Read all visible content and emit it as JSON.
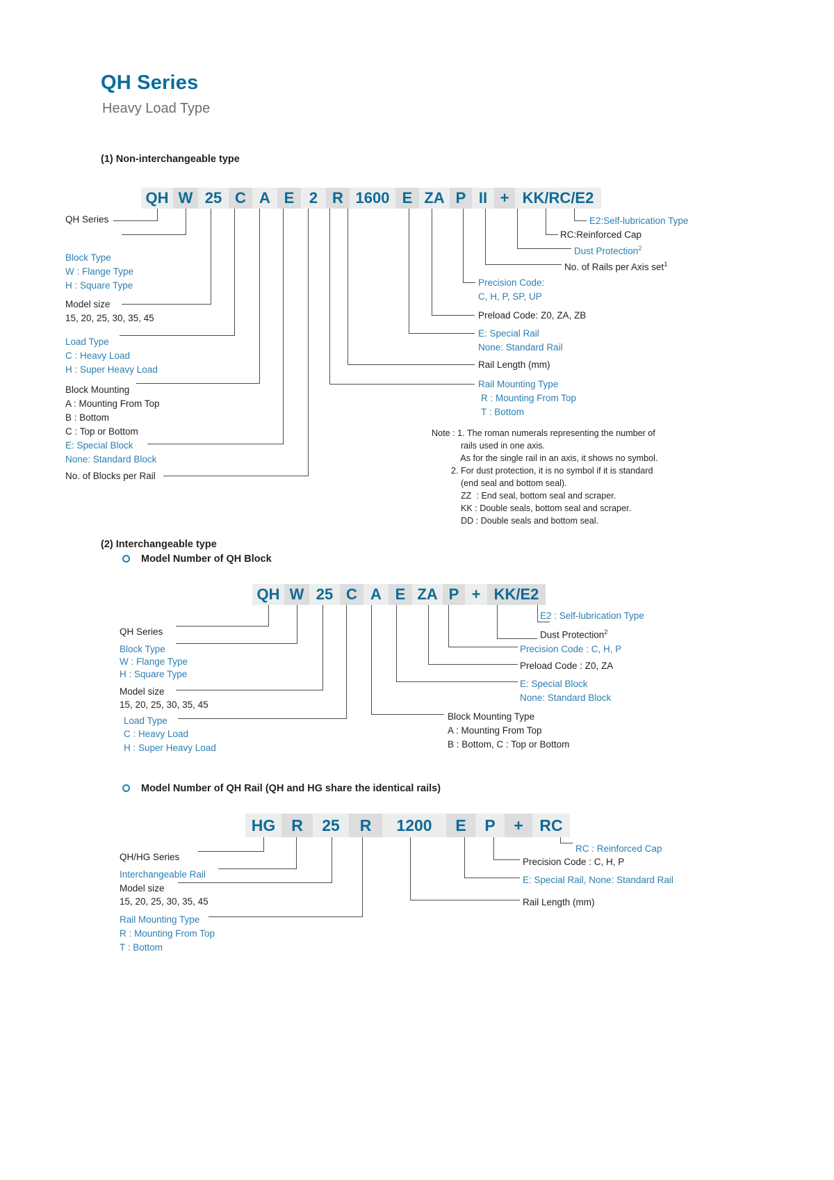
{
  "header": {
    "title": "QH Series",
    "subtitle": "Heavy Load Type",
    "title_color": "#0c6b9e",
    "subtitle_color": "#6d6e71"
  },
  "sections": {
    "s1": {
      "heading": "(1) Non-interchangeable type",
      "code_cells": [
        "QH",
        "W",
        "25",
        "C",
        "A",
        "E",
        "2",
        "R",
        "1600",
        "E",
        "ZA",
        "P",
        "II",
        "+",
        "KK/RC/E2"
      ],
      "labels": {
        "qh_series": "QH Series",
        "block_type": "Block Type",
        "block_type_w": "W : Flange Type",
        "block_type_h": "H : Square Type",
        "model_size": "Model size",
        "model_size_values": "15, 20, 25, 30, 35, 45",
        "load_type": "Load Type",
        "load_type_c": "C : Heavy Load",
        "load_type_h": "H : Super Heavy Load",
        "block_mounting": "Block Mounting",
        "block_mounting_a": "A : Mounting From Top",
        "block_mounting_b": "B : Bottom",
        "block_mounting_c": "C : Top or Bottom",
        "block_mounting_e": "E: Special Block",
        "block_mounting_none": "None: Standard Block",
        "no_of_blocks": "No. of Blocks per Rail",
        "e2_self_lub": "E2:Self-lubrication Type",
        "rc_reinforced": "RC:Reinforced Cap",
        "dust_protection": "Dust Protection",
        "dust_protection_sup": "2",
        "no_of_rails": "No. of Rails per Axis set",
        "no_of_rails_sup": "1",
        "precision_code": "Precision Code:",
        "precision_code_values": "C, H, P, SP, UP",
        "preload_code": "Preload Code: Z0, ZA, ZB",
        "special_rail": "E: Special Rail",
        "standard_rail": "None: Standard Rail",
        "rail_length": "Rail Length (mm)",
        "rail_mounting": "Rail Mounting Type",
        "rail_mounting_r": "R : Mounting From Top",
        "rail_mounting_t": "T : Bottom"
      },
      "note_lines": [
        "Note : 1. The roman numerals representing the number of",
        "            rails used in one axis.",
        "            As for the single rail in an axis, it shows no symbol.",
        "        2. For dust protection, it is no symbol if it is standard",
        "            (end seal and bottom seal).",
        "            ZZ  : End seal, bottom seal and scraper.",
        "            KK : Double seals, bottom seal and scraper.",
        "            DD : Double seals and bottom seal."
      ]
    },
    "s2": {
      "heading": "(2) Interchangeable type",
      "sub_heading": "Model Number of QH Block",
      "code_cells": [
        "QH",
        "W",
        "25",
        "C",
        "A",
        "E",
        "ZA",
        "P",
        "+",
        "KK/E2"
      ],
      "labels": {
        "qh_series": "QH Series",
        "block_type": "Block Type",
        "block_type_w": "W : Flange Type",
        "block_type_h": "H : Square Type",
        "model_size": "Model size",
        "model_size_values": "15, 20, 25, 30, 35, 45",
        "load_type": "Load Type",
        "load_type_c": "C : Heavy Load",
        "load_type_h": "H : Super Heavy Load",
        "e2_self_lub": "E2 : Self-lubrication Type",
        "dust_protection": "Dust Protection",
        "dust_protection_sup": "2",
        "precision_code": "Precision Code : C, H, P",
        "preload_code": "Preload Code : Z0, ZA",
        "special_block": "E: Special Block",
        "standard_block": "None: Standard Block",
        "block_mounting": "Block Mounting Type",
        "block_mounting_a": "A : Mounting From Top",
        "block_mounting_bc": "B : Bottom, C : Top or Bottom"
      }
    },
    "s3": {
      "sub_heading": "Model Number of QH Rail  (QH and HG share the identical rails)",
      "code_cells": [
        "HG",
        "R",
        "25",
        "R",
        "1200",
        "E",
        "P",
        "+",
        "RC"
      ],
      "labels": {
        "qh_hg_series": "QH/HG Series",
        "interchangeable_rail": "Interchangeable Rail",
        "model_size": "Model size",
        "model_size_values": "15, 20, 25, 30, 35, 45",
        "rail_mounting": "Rail Mounting Type",
        "rail_mounting_r": "R : Mounting From Top",
        "rail_mounting_t": "T : Bottom",
        "rc_reinforced": "RC : Reinforced Cap",
        "precision_code": "Precision Code : C, H, P",
        "special_rail": "E: Special Rail, None: Standard Rail",
        "rail_length": "Rail Length (mm)"
      }
    }
  },
  "colors": {
    "accent_blue": "#0f6a96",
    "label_blue": "#2c7fb0",
    "cell_light": "#eceded",
    "cell_dark": "#dcdddd",
    "line": "#4c4c4c"
  }
}
